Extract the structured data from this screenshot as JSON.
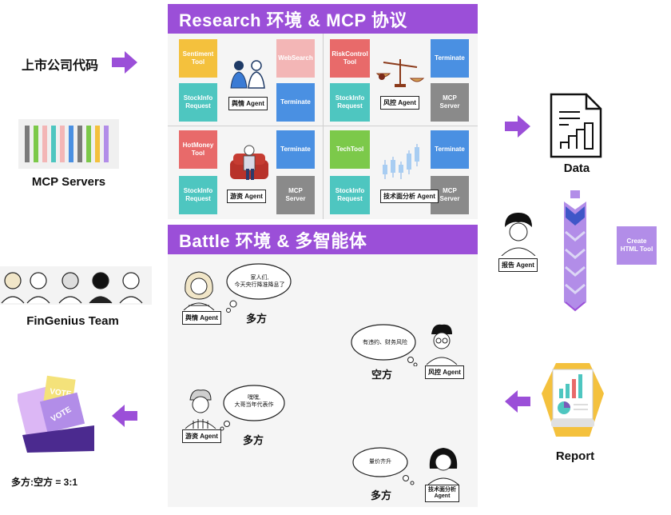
{
  "research_banner": "Research 环境 & MCP 协议",
  "battle_banner": "Battle 环境 & 多智能体",
  "inputs": {
    "stock_code": "上市公司代码",
    "mcp_servers": "MCP Servers",
    "team": "FinGenius Team",
    "result": "多方:空方 = 3:1"
  },
  "quadrants": {
    "sentiment": {
      "tool": "Sentiment\nTool",
      "search": "WebSearch",
      "stock": "StockInfo\nRequest",
      "terminate": "Terminate",
      "agent": "舆情 Agent"
    },
    "risk": {
      "tool": "RiskControl\nTool",
      "terminate": "Terminate",
      "stock": "StockInfo\nRequest",
      "server": "MCP Server",
      "agent": "风控 Agent"
    },
    "hotmoney": {
      "tool": "HotMoney\nTool",
      "terminate": "Terminate",
      "stock": "StockInfo\nRequest",
      "server": "MCP Server",
      "agent": "游资 Agent"
    },
    "tech": {
      "tool": "TechTool",
      "terminate": "Terminate",
      "stock": "StockInfo\nRequest",
      "server": "MCP Server",
      "agent": "技术面分析 Agent"
    }
  },
  "battle": {
    "b1": {
      "speech": "家人们,\n今天央行降准降息了",
      "stance": "多方",
      "agent": "舆情 Agent"
    },
    "b2": {
      "speech": "有违约、财务风险",
      "stance": "空方",
      "agent": "风控 Agent"
    },
    "b3": {
      "speech": "嘿嘿,\n大哥当年代表作",
      "stance": "多方",
      "agent": "游资 Agent"
    },
    "b4": {
      "speech": "量价齐升",
      "stance": "多方",
      "agent": "技术面分析\nAgent"
    }
  },
  "right": {
    "data": "Data",
    "report": "Report",
    "report_agent": "报告 Agent",
    "html_tool": "Create\nHTML Tool"
  },
  "vote": {
    "top": "VOTE",
    "bottom": "VOTE"
  },
  "colors": {
    "purple": "#9b4fd8",
    "yellow": "#f4c13d",
    "pink": "#f3b6b6",
    "teal": "#4ec6c0",
    "blue": "#4a90e2",
    "red": "#e86a6a",
    "green": "#7cc94a",
    "gray": "#8a8a8a",
    "lavender": "#b28de8"
  }
}
